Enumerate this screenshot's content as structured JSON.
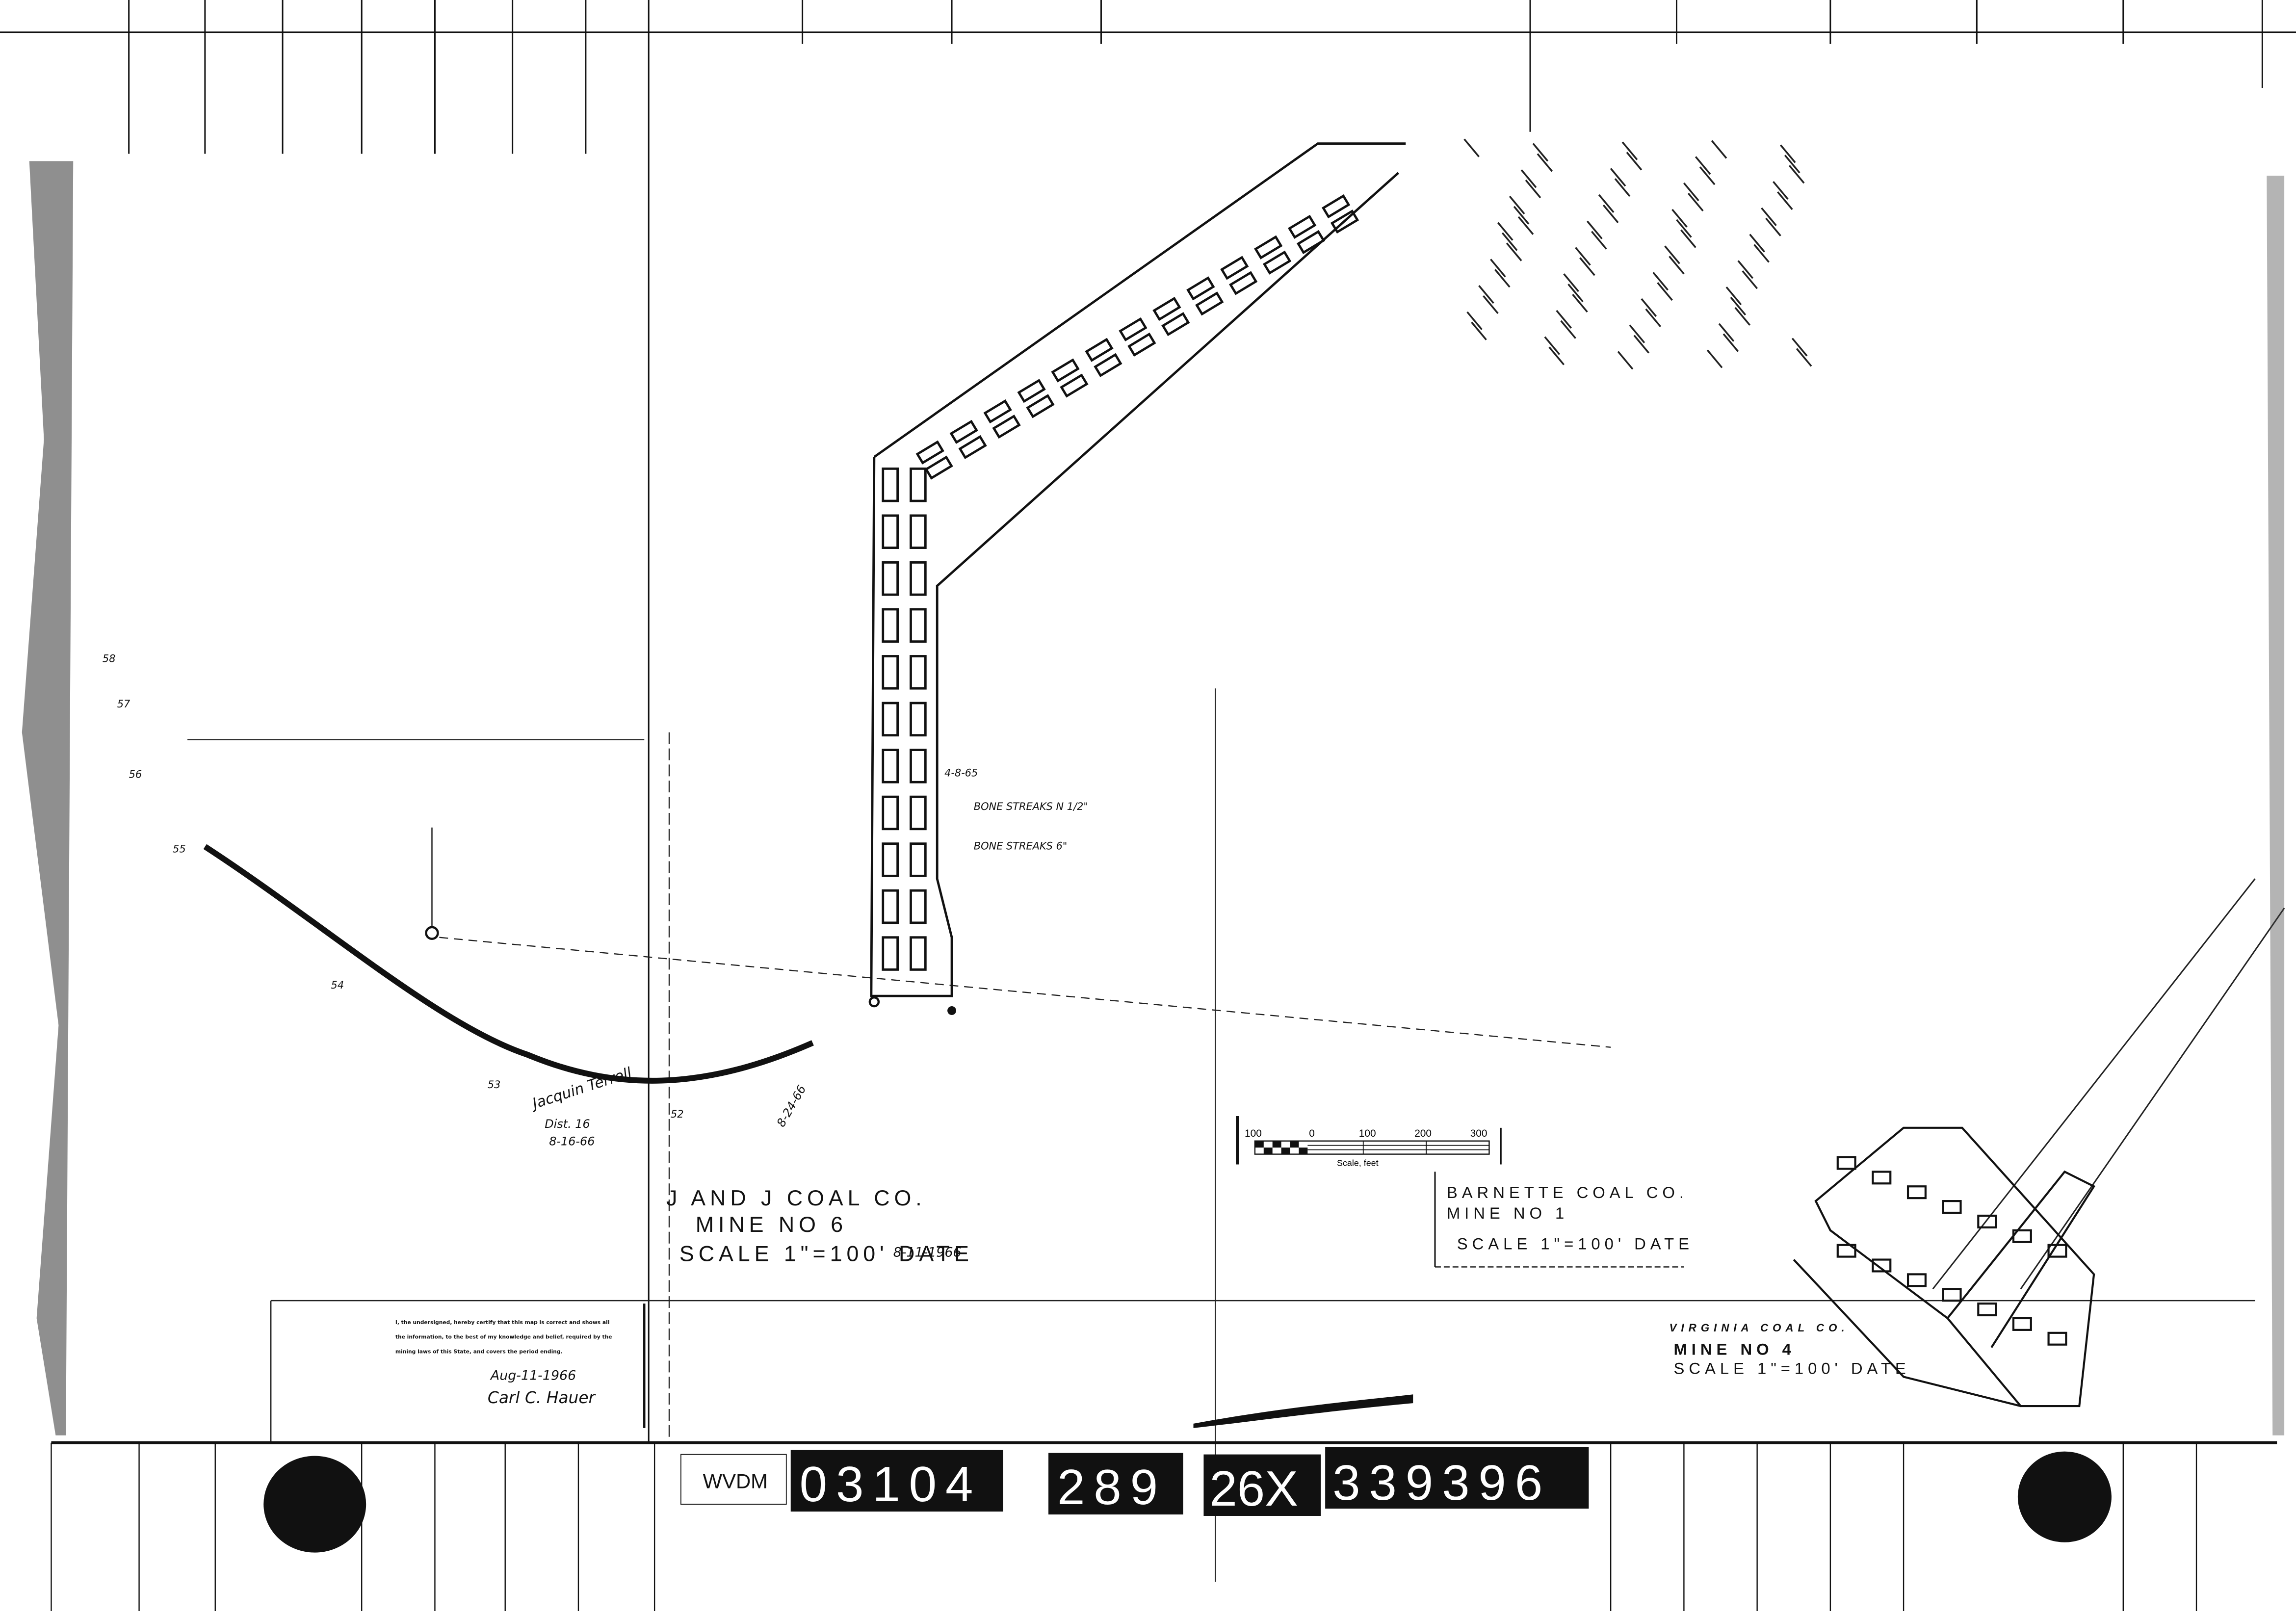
{
  "map": {
    "title_blocks": [
      {
        "company": "J AND J COAL CO.",
        "mine": "MINE NO 6",
        "scale_date": "SCALE 1\"=100'  DATE",
        "date": "8-11-1966"
      },
      {
        "company": "BARNETTE COAL CO.",
        "mine": "MINE NO 1",
        "scale_date": "SCALE 1\"=100'  DATE"
      },
      {
        "company": "VIRGINIA COAL CO.",
        "mine": "MINE NO 4",
        "scale_date": "SCALE 1\"=100'  DATE"
      }
    ],
    "scale_bar": {
      "ticks": [
        "100",
        "0",
        "100",
        "200",
        "300"
      ],
      "label": "Scale, feet"
    },
    "certificate": {
      "lines": [
        "I, the undersigned, hereby certify that this map is correct and shows all",
        "the information, to the best of my knowledge and belief, required by the",
        "mining laws of this State, and covers the period ending."
      ],
      "signature_date": "Aug-11-1966",
      "signature": "Carl C. Hauer"
    },
    "annotations": {
      "inspector_signature": "Jacquin Terrell",
      "inspector_note": "Dist. 16",
      "inspector_date": "8-16-66",
      "date_mark": "4-8-65",
      "bone_streak_1": "BONE STREAKS N 1/2\"",
      "bone_streak_2": "BONE STREAKS 6\"",
      "crop_mark": "8-24-66"
    },
    "survey_points": [
      "58",
      "57",
      "56",
      "55",
      "54",
      "53",
      "52"
    ]
  },
  "film_strip": {
    "prefix": "WVDM",
    "codes": [
      "03104",
      "289",
      "26X",
      "339396"
    ]
  }
}
